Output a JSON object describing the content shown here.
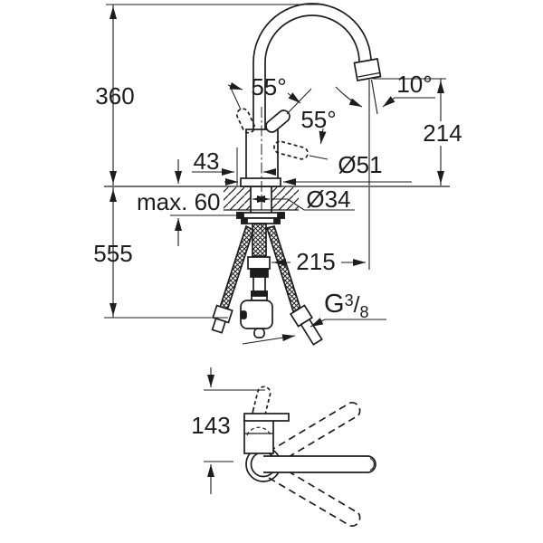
{
  "page": {
    "background": "#ffffff",
    "line_color": "#1d1d1d"
  },
  "front_view": {
    "height_above_counter": "360",
    "length_below_counter": "555",
    "counter_thickness": "max. 60",
    "center_to_front": "43",
    "body_diameter": "Ø51",
    "hole_diameter": "Ø34",
    "lever_swing_upper": "55°",
    "lever_swing_side": "55°",
    "spray_angle": "10°",
    "spout_outlet_height": "214",
    "spout_projection": "215",
    "hose_thread": {
      "prefix": "G",
      "numerator": "3",
      "divider": "/",
      "denominator": "8"
    }
  },
  "plan_view": {
    "lever_to_spout_axis": "143"
  }
}
